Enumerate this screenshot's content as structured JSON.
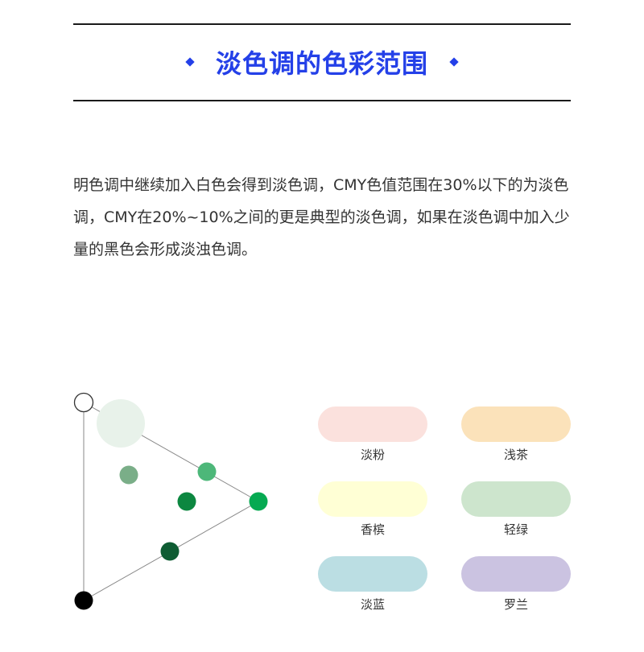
{
  "header": {
    "title": "淡色调的色彩范围"
  },
  "body": {
    "paragraph": "明色调中继续加入白色会得到淡色调，CMY色值范围在30%以下的为淡色调，CMY在20%~10%之间的更是典型的淡色调，如果在淡色调中加入少量的黑色会形成淡浊色调。"
  },
  "diagram": {
    "colors": {
      "white_vertex": "#ffffff",
      "black_vertex": "#000000",
      "pale_tint": "#e8f2ea",
      "grayish_green": "#7aae88",
      "light_green": "#4db779",
      "mid_green": "#0c8740",
      "pure_green": "#06aa52",
      "dark_green": "#0e5c33",
      "line": "#888888"
    }
  },
  "swatches": [
    {
      "label": "淡粉",
      "color": "#fbe1dd"
    },
    {
      "label": "浅茶",
      "color": "#fbe2ba"
    },
    {
      "label": "香槟",
      "color": "#ffffd5"
    },
    {
      "label": "轻绿",
      "color": "#cde5cd"
    },
    {
      "label": "淡蓝",
      "color": "#bbdee3"
    },
    {
      "label": "罗兰",
      "color": "#cbc3e1"
    }
  ]
}
